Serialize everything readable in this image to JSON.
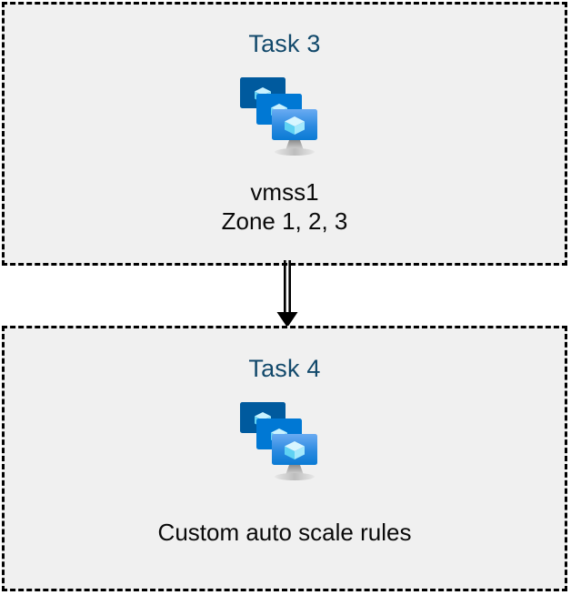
{
  "diagram": {
    "background_color": "#ffffff",
    "box_fill_color": "#f0f0f0",
    "box_border_color": "#000000",
    "title_color": "#12496b",
    "caption_color": "#0a0a0a"
  },
  "boxes": [
    {
      "title": "Task 3",
      "icon": "vmss-icon",
      "captions": [
        "vmss1",
        "Zone 1, 2, 3"
      ]
    },
    {
      "title": "Task 4",
      "icon": "vmss-icon",
      "captions": [
        "Custom auto scale rules"
      ]
    }
  ],
  "connector": {
    "name": "down-arrow",
    "style": "double-line-with-filled-arrowhead",
    "color": "#000000",
    "direction": "down"
  },
  "icon_colors": {
    "monitor_back": "#005a9e",
    "monitor_middle": "#0078d4",
    "monitor_front_top": "#5ea0ef",
    "monitor_front_bottom": "#0a7bd4",
    "cube_light": "#c3f1ff",
    "cube_mid": "#9cebff",
    "cube_dark": "#5ad3f5",
    "stand_gray": "#949494",
    "stand_base": "#d6d6d6"
  }
}
